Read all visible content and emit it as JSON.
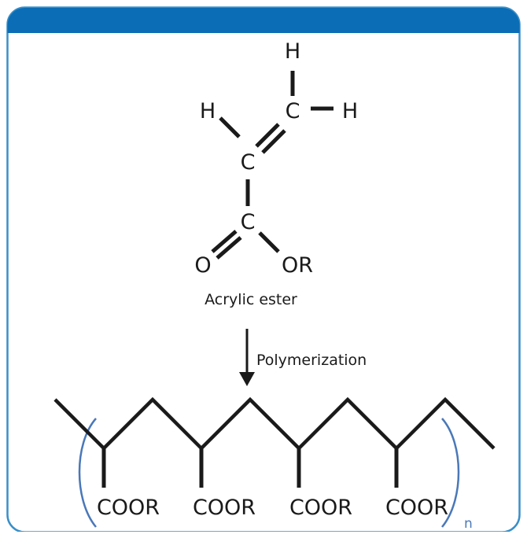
{
  "diagram": {
    "colors": {
      "header": "#0a6db5",
      "border": "#3a8fc8",
      "bracket": "#4a78b8",
      "ink": "#1a1a1a"
    },
    "monomer": {
      "atoms": {
        "h_top": "H",
        "c_vinyl": "C",
        "h_right": "H",
        "h_left": "H",
        "c_alpha": "C",
        "c_carbonyl": "C",
        "o_double": "O",
        "or_group": "OR"
      },
      "name": "Acrylic ester"
    },
    "reaction": {
      "label": "Polymerization"
    },
    "polymer": {
      "side_groups": [
        "COOR",
        "COOR",
        "COOR",
        "COOR"
      ],
      "repeat_subscript": "n"
    }
  }
}
